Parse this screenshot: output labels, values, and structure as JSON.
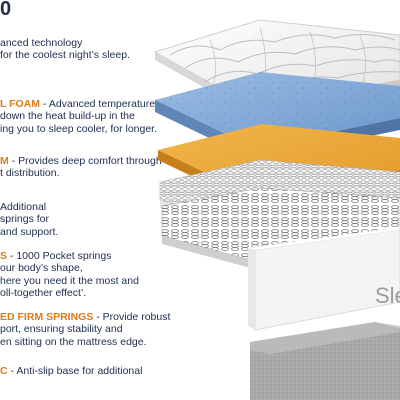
{
  "heading": "0",
  "layers": [
    {
      "name": "cool-cover",
      "title": "",
      "lines": [
        "anced technology",
        "for the coolest night’s sleep."
      ]
    },
    {
      "name": "gel-foam",
      "title": "L FOAM",
      "lines": [
        " - Advanced temperature",
        "down the heat build-up in the",
        "ing you to sleep cooler, for longer."
      ]
    },
    {
      "name": "comfort-foam",
      "title": "M",
      "lines": [
        " - Provides deep comfort through",
        "t distribution."
      ]
    },
    {
      "name": "additional-springs",
      "title": "",
      "lines": [
        "Additional",
        "springs for",
        "and support."
      ]
    },
    {
      "name": "pocket-springs",
      "title": "S",
      "lines": [
        " - 1000 Pocket springs",
        "our body’s shape,",
        "here you need it the most and",
        "oll-together effect’."
      ]
    },
    {
      "name": "edge-springs",
      "title": "ED FIRM SPRINGS",
      "lines": [
        " - Provide robust",
        "port, ensuring stability and",
        "en sitting on the mattress edge."
      ]
    },
    {
      "name": "base",
      "title": "C",
      "lines": [
        " - Anti-slip base for additional"
      ]
    }
  ],
  "brand_text": "Sle",
  "colors": {
    "navy": "#1f2d4e",
    "orange": "#e07b17",
    "blue_foam": "#7ea6d6",
    "orange_foam": "#eaa73a",
    "base_grey": "#a6a6a6"
  }
}
